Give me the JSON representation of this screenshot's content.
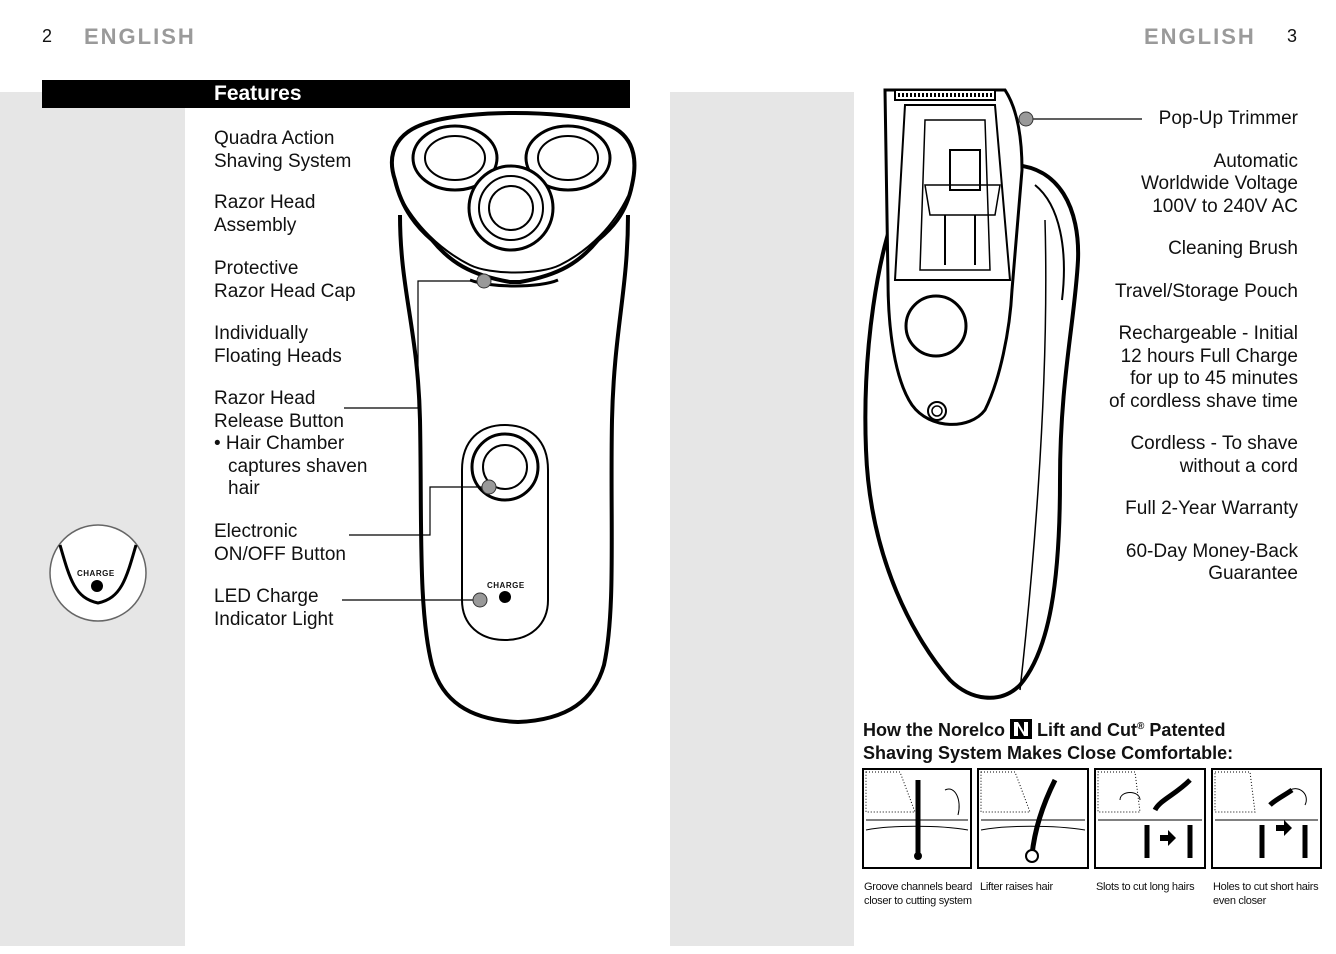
{
  "left_page": {
    "page_number": "2",
    "language": "ENGLISH",
    "section_title": "Features",
    "features": [
      {
        "line1": "Quadra Action",
        "line2": "Shaving System"
      },
      {
        "line1": "Razor Head",
        "line2": "Assembly"
      },
      {
        "line1": "Protective",
        "line2": "Razor Head Cap"
      },
      {
        "line1": "Individually",
        "line2": "Floating Heads"
      },
      {
        "line1": "Razor Head",
        "line2": "Release Button"
      },
      {
        "line1": "• Hair Chamber",
        "line2": "captures shaven",
        "line3": "hair"
      },
      {
        "line1": "Electronic",
        "line2": "ON/OFF Button"
      },
      {
        "line1": "LED Charge",
        "line2": "Indicator Light"
      }
    ],
    "charge_label": "CHARGE",
    "device_charge_label": "CHARGE"
  },
  "right_page": {
    "page_number": "3",
    "language": "ENGLISH",
    "features": [
      {
        "lines": [
          "Pop-Up Trimmer"
        ]
      },
      {
        "lines": [
          "Automatic",
          "Worldwide Voltage",
          "100V to 240V AC"
        ]
      },
      {
        "lines": [
          "Cleaning Brush"
        ]
      },
      {
        "lines": [
          "Travel/Storage Pouch"
        ]
      },
      {
        "lines": [
          "Rechargeable - Initial",
          "12 hours Full Charge",
          "for up to 45 minutes",
          "of cordless shave time"
        ]
      },
      {
        "lines": [
          "Cordless - To shave",
          "without a cord"
        ]
      },
      {
        "lines": [
          "Full 2-Year Warranty"
        ]
      },
      {
        "lines": [
          "60-Day Money-Back",
          "Guarantee"
        ]
      }
    ],
    "how_title_part1": "How the Norelco",
    "how_title_part2": "Lift and Cut",
    "how_title_reg": "®",
    "how_title_part3": "Patented",
    "how_title_line2": "Shaving System Makes Close Comfortable:",
    "captions": [
      {
        "line1": "Groove channels beard",
        "line2": "closer to cutting system"
      },
      {
        "line1": "Lifter raises hair",
        "line2": ""
      },
      {
        "line1": "Slots to cut long hairs",
        "line2": ""
      },
      {
        "line1": "Holes to cut short hairs",
        "line2": "even closer"
      }
    ]
  }
}
